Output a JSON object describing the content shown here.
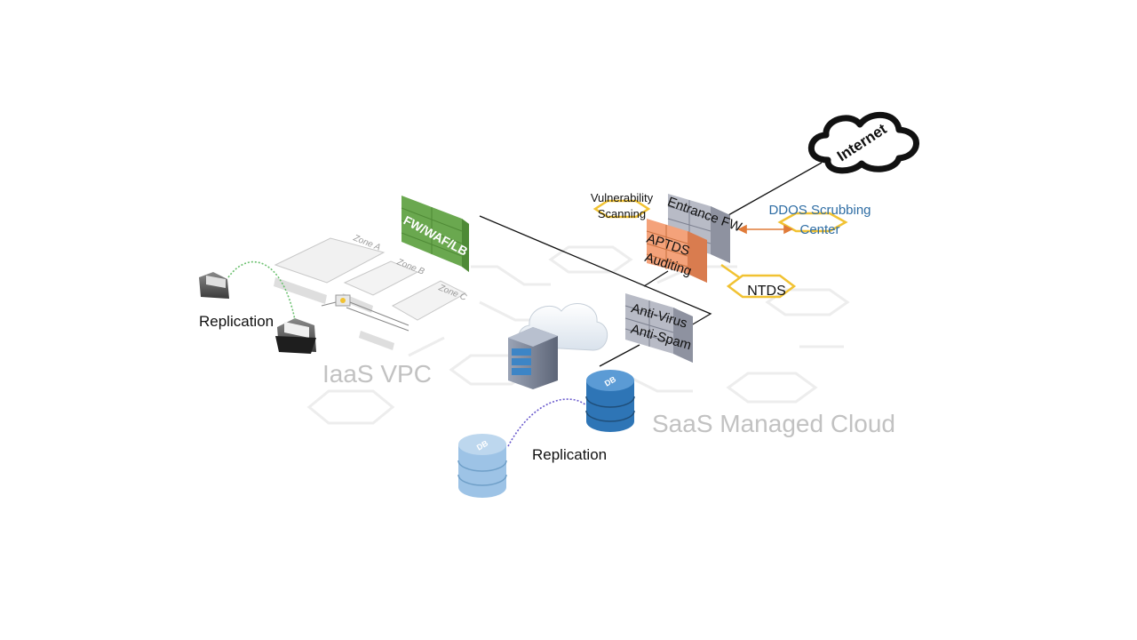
{
  "internet": {
    "label": "Internet"
  },
  "firewalls": {
    "entrance": "Entrance FW",
    "fw_waf_lb": "FW/WAF/LB",
    "aptds": [
      "APTDS",
      "Auditing"
    ],
    "antivirus": [
      "Anti-Virus",
      "Anti-Spam"
    ]
  },
  "services": {
    "vulnerability": [
      "Vulnerability",
      "Scanning"
    ],
    "ddos": [
      "DDOS Scrubbing",
      "Center"
    ],
    "ntds": "NTDS"
  },
  "zones": [
    "Zone A",
    "Zone B",
    "Zone C"
  ],
  "regions": {
    "iaas": "IaaS VPC",
    "saas": "SaaS Managed Cloud"
  },
  "replication": {
    "left": "Replication",
    "bottom": "Replication"
  },
  "db": {
    "label": "DB"
  },
  "colors": {
    "firewall_green": "#6aa84f",
    "firewall_orange": "#f4a27a",
    "firewall_gray": "#b8bbc6",
    "hexagon_yellow": "#f1c232",
    "ddos_text": "#2e6da4",
    "arrow_orange": "#e07b39",
    "db_dark": "#2e75b6",
    "db_light": "#9dc3e6",
    "ghost_text": "#c2c2c2"
  }
}
